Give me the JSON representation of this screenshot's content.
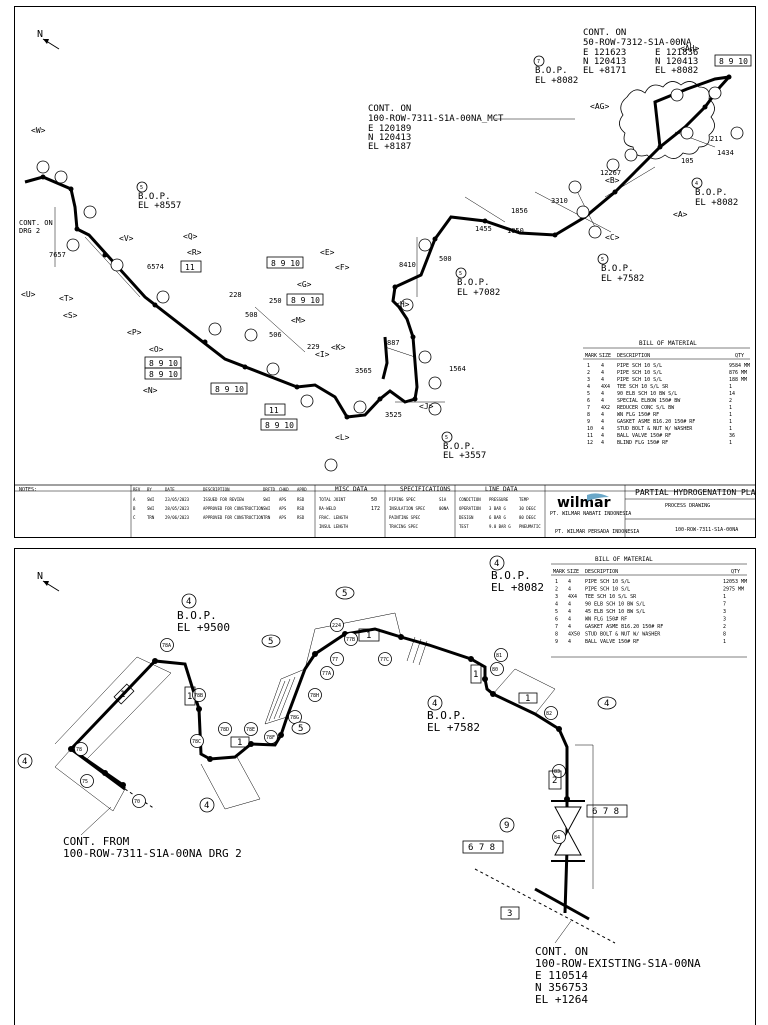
{
  "sheet1": {
    "north": "N",
    "cont_top": {
      "l1": "CONT. ON",
      "l2": "50-ROW-7312-S1A-00NA",
      "e": "E 121623",
      "n": "N 120413",
      "el": "EL +8171"
    },
    "coord2": {
      "e": "E 121836",
      "n": "N 120413",
      "el": "EL +8082"
    },
    "cont_mid": {
      "l1": "CONT. ON",
      "l2": "100-ROW-7311-S1A-00NA_MCT",
      "e": "E 120189",
      "n": "N 120413",
      "el": "EL +8187"
    },
    "cont_left": {
      "l1": "CONT. ON",
      "l2": "DRG 2"
    },
    "bop": [
      {
        "num": "7",
        "label": "B.O.P.",
        "el": "EL +8082"
      },
      {
        "num": "5",
        "label": "B.O.P.",
        "el": "EL +8557"
      },
      {
        "num": "5",
        "label": "B.O.P.",
        "el": "EL +7082"
      },
      {
        "num": "4",
        "label": "B.O.P.",
        "el": "EL +8082"
      },
      {
        "num": "5",
        "label": "B.O.P.",
        "el": "EL +7582"
      },
      {
        "num": "5",
        "label": "B.O.P.",
        "el": "EL +3557"
      }
    ],
    "supports": [
      "<AH>",
      "<AG>",
      "<B>",
      "<A>",
      "<C>",
      "<E>",
      "<F>",
      "<G>",
      "<H>",
      "<I>",
      "<J>",
      "<K>",
      "<L>",
      "<M>",
      "<N>",
      "<O>",
      "<P>",
      "<Q>",
      "<R>",
      "<S>",
      "<T>",
      "<U>",
      "<V>",
      "<W>"
    ],
    "dims": [
      "3310",
      "12267",
      "8410",
      "500",
      "887",
      "1564",
      "3525",
      "3565",
      "6574",
      "7657",
      "1434",
      "105",
      "211",
      "228",
      "250",
      "506",
      "508",
      "229",
      "1050",
      "1455",
      "1856"
    ],
    "flags": [
      "8 9 10",
      "8 9 10",
      "8 9 10",
      "8 9 10",
      "8 9 10",
      "8 9 10",
      "8 9 10",
      "11",
      "11"
    ],
    "bom_title": "BILL OF MATERIAL",
    "bom_cols": [
      "MARK",
      "SIZE",
      "DESCRIPTION",
      "QTY"
    ],
    "bom_rows": [
      [
        "1",
        "4",
        "PIPE SCH 10 S/L",
        "9584 MM"
      ],
      [
        "2",
        "4",
        "PIPE SCH 10 S/L",
        "876 MM"
      ],
      [
        "3",
        "4",
        "PIPE SCH 10 S/L",
        "188 MM"
      ],
      [
        "4",
        "4X4",
        "TEE SCH 10 S/L SR",
        "1"
      ],
      [
        "5",
        "4",
        "90 ELB SCH 10 BW S/L",
        "14"
      ],
      [
        "6",
        "4",
        "SPECIAL ELBOW 150# BW",
        "2"
      ],
      [
        "7",
        "4X2",
        "REDUCER CONC S/L BW",
        "1"
      ],
      [
        "8",
        "4",
        "WN FLG 150# RF",
        "1"
      ],
      [
        "9",
        "4",
        "GASKET ASME B16.20 150# RF",
        "1"
      ],
      [
        "10",
        "4",
        "STUD BOLT & NUT W/ WASHER",
        "1"
      ],
      [
        "11",
        "4",
        "BALL VALVE 150# RF",
        "36"
      ],
      [
        "12",
        "4",
        "BLIND FLG 150# RF",
        "1"
      ]
    ],
    "title_block": {
      "notes": "NOTES:",
      "head": [
        "REV",
        "BY",
        "DATE",
        "DESCRIPTION",
        "DRFTD",
        "CHKD",
        "APRD"
      ],
      "revs": [
        [
          "A",
          "SWI",
          "23/05/2023",
          "ISSUED FOR REVIEW",
          "SWI",
          "APS",
          "RSD"
        ],
        [
          "B",
          "SWI",
          "28/05/2023",
          "APPROVED FOR CONSTRUCTION",
          "SWI",
          "APS",
          "RSD"
        ],
        [
          "C",
          "TRN",
          "29/06/2023",
          "APPROVED FOR CONSTRUCTION",
          "TRN",
          "APS",
          "RSD"
        ]
      ],
      "misc": "MISC DATA",
      "misc_rows": [
        [
          "TOTAL JOINT",
          "50"
        ],
        [
          "RA-WELD",
          "172"
        ],
        [
          "FRAC. LENGTH",
          ""
        ],
        [
          "INSUL LENGTH",
          ""
        ]
      ],
      "spec": "SPECIFICATIONS",
      "spec_rows": [
        [
          "PIPING SPEC",
          "S1A"
        ],
        [
          "INSULATION SPEC",
          "00NA"
        ],
        [
          "PAINTING SPEC",
          ""
        ],
        [
          "TRACING SPEC",
          ""
        ]
      ],
      "line": "LINE DATA",
      "line_rows": [
        [
          "CONDITION",
          "PRESSURE",
          "TEMP"
        ],
        [
          "OPERATION",
          "3 BAR G",
          "30 DEGC"
        ],
        [
          "DESIGN",
          "6 BAR G",
          "80 DEGC"
        ],
        [
          "TEST",
          "9.0 BAR G",
          "PNEUMATIC"
        ]
      ],
      "company": "PT. WILMAR NABATI INDONESIA",
      "brand": "wilmar",
      "company2": "PT. WILMAR PERSADA INDONESIA",
      "project": "PARTIAL HYDROGENATION PLANT",
      "dwg_title": "PROCESS DRAWING",
      "dwg_no": "100-ROW-7311-S1A-00NA"
    }
  },
  "sheet2": {
    "north": "N",
    "bop": [
      {
        "num": "4",
        "label": "B.O.P.",
        "el": "EL +9500"
      },
      {
        "num": "4",
        "label": "B.O.P.",
        "el": "EL +8082"
      },
      {
        "num": "4",
        "label": "B.O.P.",
        "el": "EL +7582"
      }
    ],
    "cont_from": {
      "l1": "CONT. FROM",
      "l2": "100-ROW-7311-S1A-00NA DRG 2"
    },
    "cont_on": {
      "l1": "CONT. ON",
      "l2": "100-ROW-EXISTING-S1A-00NA",
      "e": "E 110514",
      "n": "N 356753",
      "el": "EL +1264"
    },
    "welds": [
      "78",
      "78A",
      "78B",
      "78C",
      "78D",
      "78E",
      "78F",
      "78G",
      "78H",
      "75",
      "70",
      "77",
      "77A",
      "77B",
      "77C",
      "80",
      "81",
      "82",
      "83",
      "84",
      "224"
    ],
    "flags": [
      "6 7 8",
      "6 7 8"
    ],
    "bubbles": [
      "4",
      "4",
      "5",
      "5",
      "5",
      "3",
      "9",
      "1",
      "1",
      "1",
      "1",
      "1",
      "1",
      "2"
    ],
    "bom_title": "BILL OF MATERIAL",
    "bom_cols": [
      "MARK",
      "SIZE",
      "DESCRIPTION",
      "QTY"
    ],
    "bom_rows": [
      [
        "1",
        "4",
        "PIPE SCH 10 S/L",
        "12053 MM"
      ],
      [
        "2",
        "4",
        "PIPE SCH 10 S/L",
        "2975 MM"
      ],
      [
        "3",
        "4X4",
        "TEE SCH 10 S/L SR",
        "1"
      ],
      [
        "4",
        "4",
        "90 ELB SCH 10 BW S/L",
        "7"
      ],
      [
        "5",
        "4",
        "45 ELB SCH 10 BW S/L",
        "3"
      ],
      [
        "6",
        "4",
        "WN FLG 150# RF",
        "3"
      ],
      [
        "7",
        "4",
        "GASKET ASME B16.20 150# RF",
        "2"
      ],
      [
        "8",
        "4X50",
        "STUD BOLT & NUT W/ WASHER",
        "8"
      ],
      [
        "9",
        "4",
        "BALL VALVE 150# RF",
        "1"
      ]
    ]
  }
}
